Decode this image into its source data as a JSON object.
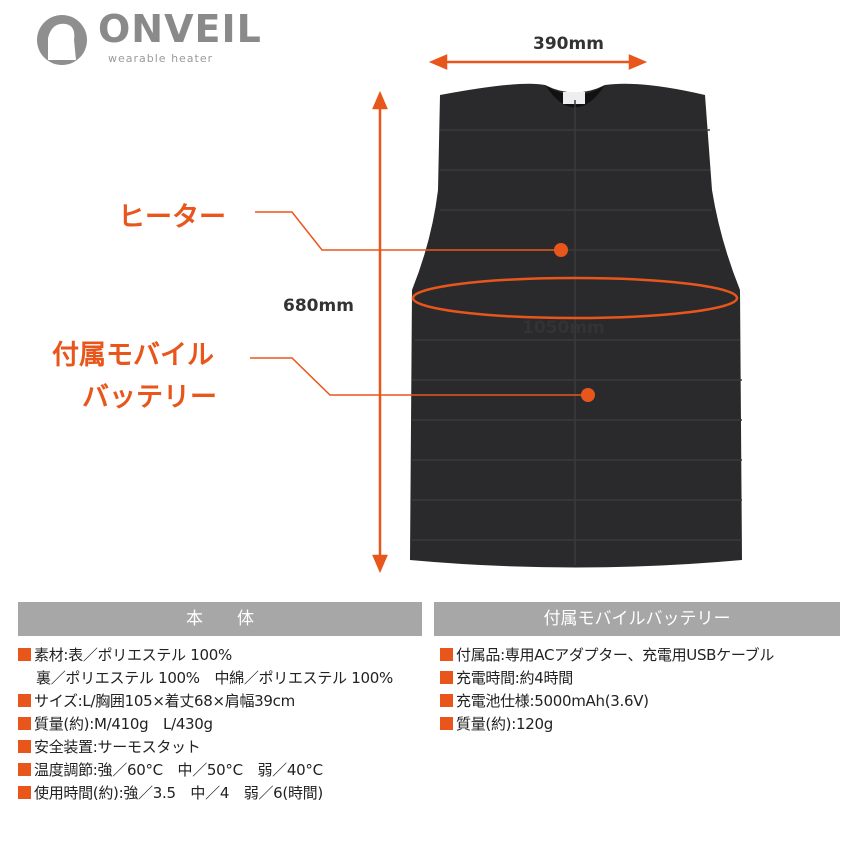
{
  "brand": {
    "name": "ONVEIL",
    "tagline": "wearable heater"
  },
  "dimensions": {
    "width": "390mm",
    "length": "680mm",
    "chest": "1050mm"
  },
  "callouts": {
    "heater": "ヒーター",
    "battery_line1": "付属モバイル",
    "battery_line2": "バッテリー"
  },
  "colors": {
    "accent": "#e8561c",
    "header_bg": "#a7a7a7",
    "vest": "#2a2a2c"
  },
  "body_spec": {
    "title": "本　　体",
    "items": [
      "素材:表／ポリエステル 100%",
      "裏／ポリエステル 100%　中綿／ポリエステル 100%",
      "サイズ:L/胸囲105×着丈68×肩幅39cm",
      "質量(約):M/410g　L/430g",
      "安全装置:サーモスタット",
      "温度調節:強／60°C　中／50°C　弱／40°C",
      "使用時間(約):強／3.5　中／4　弱／6(時間)"
    ]
  },
  "battery_spec": {
    "title": "付属モバイルバッテリー",
    "items": [
      "付属品:専用ACアダプター、充電用USBケーブル",
      "充電時間:約4時間",
      "充電池仕様:5000mAh(3.6V)",
      "質量(約):120g"
    ]
  }
}
